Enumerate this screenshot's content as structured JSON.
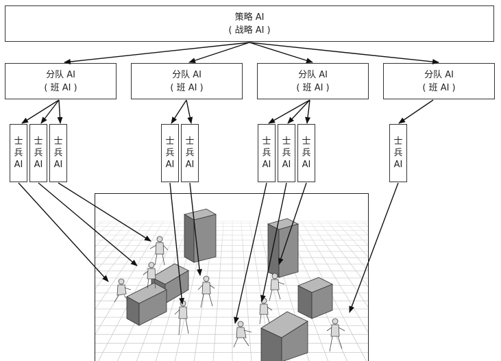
{
  "strategy": {
    "line1": "策略 AI",
    "line2": "( 战略 AI )"
  },
  "squads": [
    {
      "line1": "分队 AI",
      "line2": "( 班 AI )"
    },
    {
      "line1": "分队 AI",
      "line2": "( 班 AI )"
    },
    {
      "line1": "分队 AI",
      "line2": "( 班 AI )"
    },
    {
      "line1": "分队 AI",
      "line2": "( 班 AI )"
    }
  ],
  "soldiers": [
    {
      "c1": "士",
      "c2": "兵",
      "c3": "AI"
    },
    {
      "c1": "士",
      "c2": "兵",
      "c3": "AI"
    },
    {
      "c1": "士",
      "c2": "兵",
      "c3": "AI"
    },
    {
      "c1": "士",
      "c2": "兵",
      "c3": "AI"
    },
    {
      "c1": "士",
      "c2": "兵",
      "c3": "AI"
    },
    {
      "c1": "士",
      "c2": "兵",
      "c3": "AI"
    },
    {
      "c1": "士",
      "c2": "兵",
      "c3": "AI"
    },
    {
      "c1": "士",
      "c2": "兵",
      "c3": "AI"
    },
    {
      "c1": "士",
      "c2": "兵",
      "c3": "AI"
    }
  ],
  "colors": {
    "line": "#111111",
    "box_fill": "#ffffff",
    "grid": "#c8c8c8",
    "crate": "#8a8a8a"
  }
}
